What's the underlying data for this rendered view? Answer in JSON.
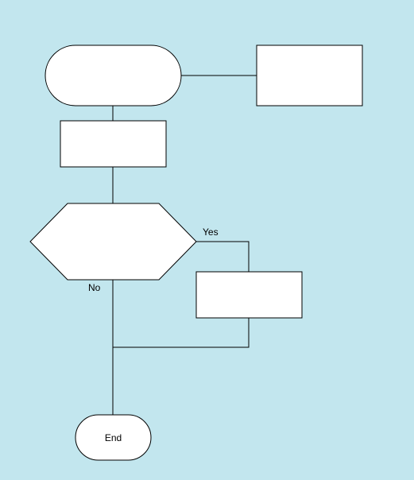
{
  "diagram": {
    "background_color": "#c2e6ee",
    "node_fill_color": "#ffffff",
    "stroke_color": "#000000",
    "nodes": {
      "start": {
        "shape": "terminator",
        "label": ""
      },
      "side_box": {
        "shape": "process",
        "label": ""
      },
      "process_1": {
        "shape": "process",
        "label": ""
      },
      "decision": {
        "shape": "hexagon",
        "label": ""
      },
      "yes_process": {
        "shape": "process",
        "label": ""
      },
      "end": {
        "shape": "terminator",
        "label": "End"
      }
    },
    "branch_labels": {
      "yes": "Yes",
      "no": "No"
    }
  }
}
